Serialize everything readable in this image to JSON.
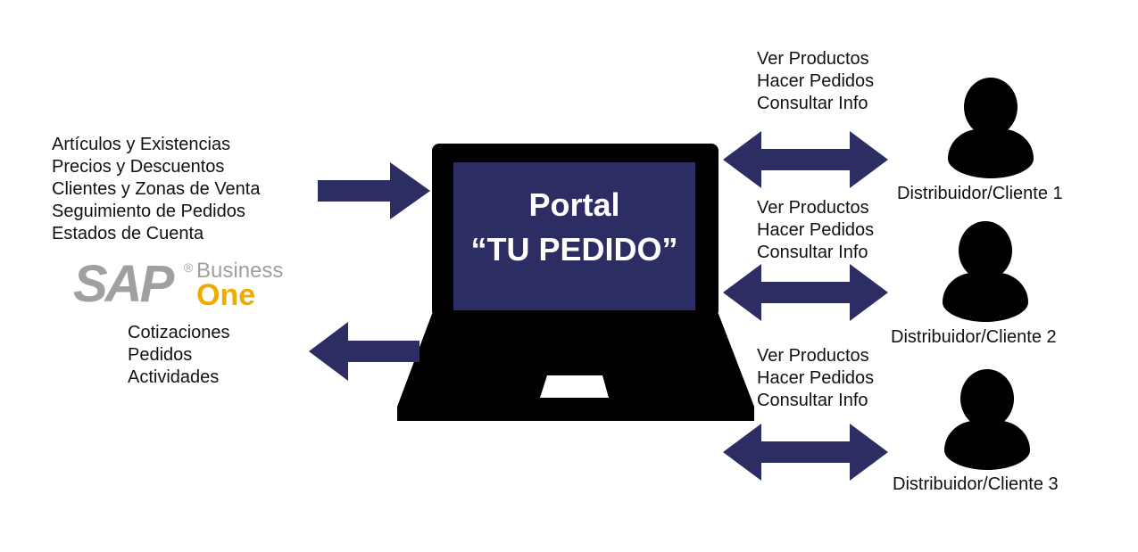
{
  "portal": {
    "line1": "Portal",
    "line2": "“TU PEDIDO”"
  },
  "inputs": [
    "Artículos y Existencias",
    "Precios y Descuentos",
    "Clientes y Zonas de Venta",
    "Seguimiento de Pedidos",
    "Estados de Cuenta"
  ],
  "outputs": [
    "Cotizaciones",
    "Pedidos",
    "Actividades"
  ],
  "sap_logo": {
    "mark": "SAP",
    "reg": "®",
    "business": "Business",
    "one": "One"
  },
  "clients": [
    {
      "label": "Distribuidor/Cliente 1",
      "actions": [
        "Ver Productos",
        "Hacer Pedidos",
        "Consultar Info"
      ]
    },
    {
      "label": "Distribuidor/Cliente 2",
      "actions": [
        "Ver Productos",
        "Hacer Pedidos",
        "Consultar Info"
      ]
    },
    {
      "label": "Distribuidor/Cliente 3",
      "actions": [
        "Ver Productos",
        "Hacer Pedidos",
        "Consultar Info"
      ]
    }
  ],
  "colors": {
    "arrow": "#2b2d63",
    "screen": "#2b2d63",
    "laptop": "#000000",
    "sap_gray": "#a0a0a0",
    "sap_gold": "#f0ab00"
  }
}
